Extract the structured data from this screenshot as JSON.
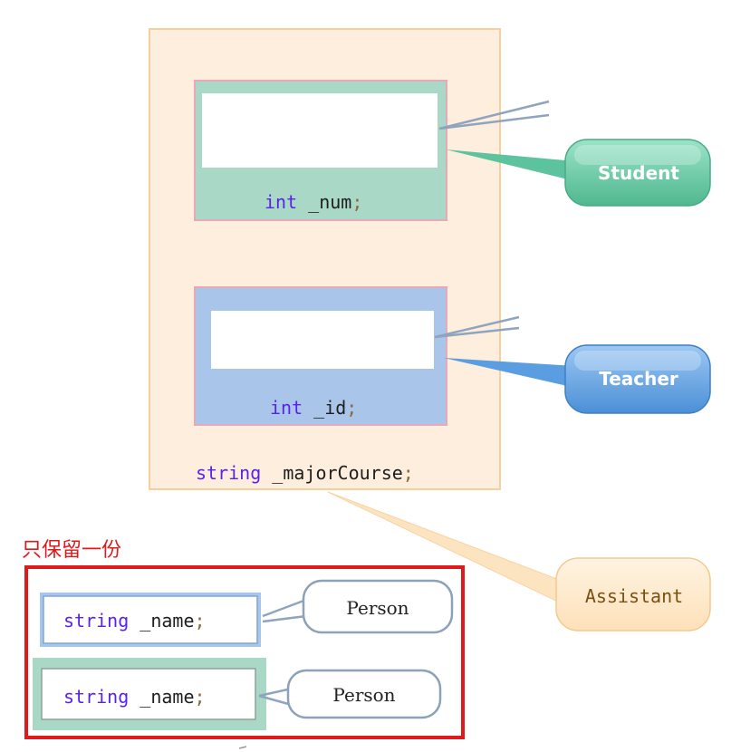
{
  "title": "",
  "assistant": {
    "label": "Assistant",
    "field": {
      "type": "string",
      "name": " _majorCourse",
      "end": ";"
    }
  },
  "student": {
    "label": "Student",
    "field": {
      "type": "int",
      "name": " _num",
      "end": ";"
    }
  },
  "teacher": {
    "label": "Teacher",
    "field": {
      "type": "int",
      "name": " _id",
      "end": ";"
    }
  },
  "note": "只保留一份",
  "person_copies": [
    {
      "label": "Person",
      "field": {
        "type": "string",
        "name": " _name",
        "end": ";"
      }
    },
    {
      "label": "Person",
      "field": {
        "type": "string",
        "name": " _name",
        "end": ";"
      }
    }
  ],
  "colors": {
    "assistant_fill": "#fdeedd",
    "assistant_border": "#f6cf9e",
    "student_fill": "#a9d9c6",
    "teacher_fill": "#a9c6ea",
    "highlight_red": "#e0191b",
    "callout_green": "#5cc39e",
    "callout_blue": "#5a9de0",
    "callout_orange": "#fde4c0"
  }
}
